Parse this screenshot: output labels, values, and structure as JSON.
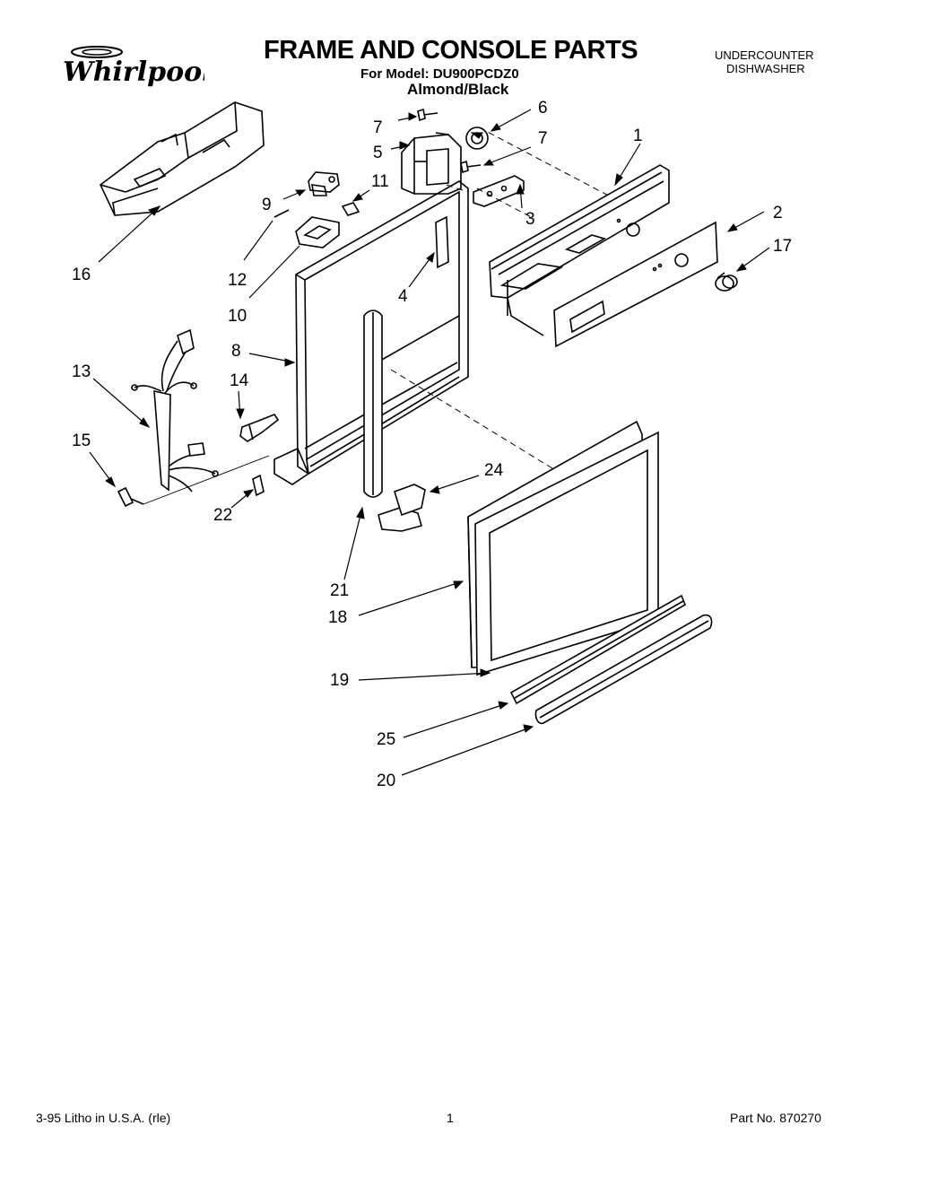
{
  "header": {
    "brand": "Whirlpool",
    "title": "FRAME AND CONSOLE PARTS",
    "model_line": "For Model: DU900PCDZ0",
    "color_line": "Almond/Black",
    "product_type_line1": "UNDERCOUNTER",
    "product_type_line2": "DISHWASHER"
  },
  "callouts": {
    "p1": "1",
    "p2": "2",
    "p3": "3",
    "p4": "4",
    "p5": "5",
    "p6": "6",
    "p7a": "7",
    "p7b": "7",
    "p8": "8",
    "p9": "9",
    "p10": "10",
    "p11": "11",
    "p12": "12",
    "p13": "13",
    "p14": "14",
    "p15": "15",
    "p16": "16",
    "p17": "17",
    "p18": "18",
    "p19": "19",
    "p20": "20",
    "p21": "21",
    "p22": "22",
    "p24": "24",
    "p25": "25"
  },
  "footer": {
    "left": "3-95  Litho in U.S.A. (rle)",
    "center": "1",
    "right": "Part No. 870270"
  }
}
